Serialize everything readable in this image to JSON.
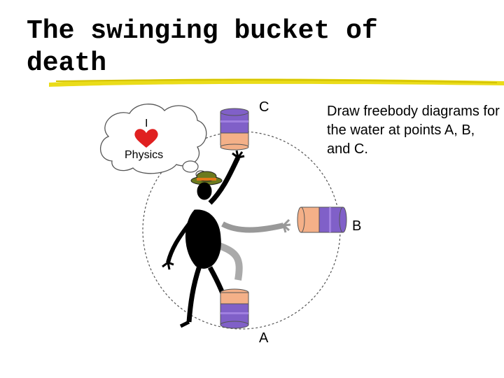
{
  "slide": {
    "title": "The swinging bucket of death",
    "instruction": "Draw freebody diagrams for the water at points A, B, and C.",
    "point_labels": {
      "a": "A",
      "b": "B",
      "c": "C"
    },
    "thought_bubble": {
      "line1": "I",
      "line2": "Physics"
    }
  },
  "colors": {
    "title_underline": "#e8d800",
    "bucket_water": "#8060c8",
    "bucket_band": "#f4b088",
    "heart": "#e02020",
    "hat": "#6b7a1e",
    "hat_band": "#e07818"
  }
}
